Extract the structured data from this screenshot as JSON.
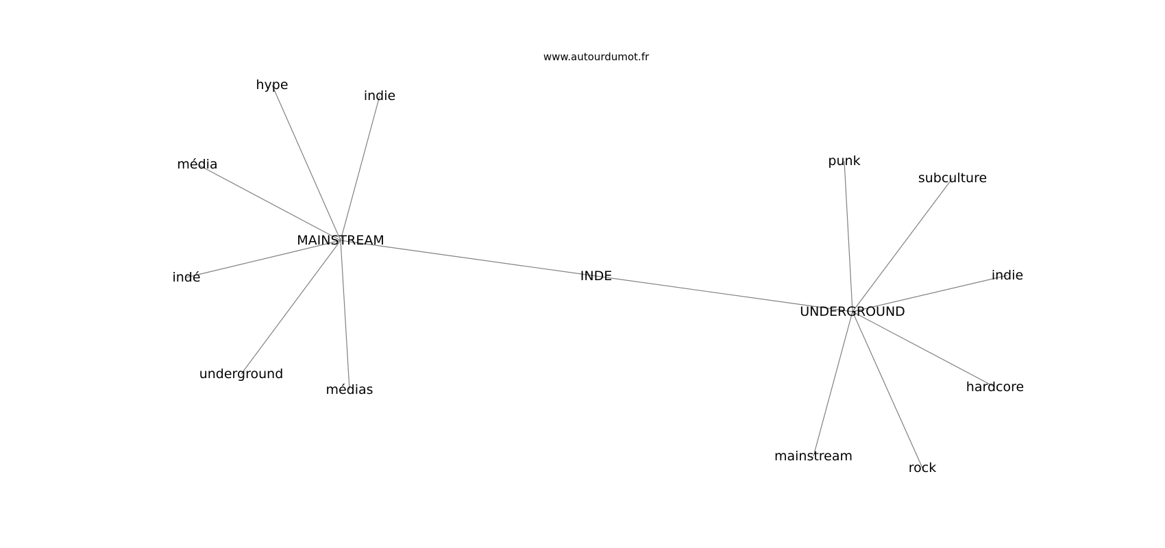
{
  "header": {
    "site": "www.autourdumot.fr"
  },
  "graph": {
    "edge_color": "#808080",
    "text_color": "#000000",
    "nodes": [
      {
        "id": "mainstream_hub",
        "label": "MAINSTREAM"
      },
      {
        "id": "underground_hub",
        "label": "UNDERGROUND"
      },
      {
        "id": "inde_center",
        "label": "INDE"
      },
      {
        "id": "m_hype",
        "label": "hype"
      },
      {
        "id": "m_indie",
        "label": "indie"
      },
      {
        "id": "m_media",
        "label": "média"
      },
      {
        "id": "m_inde",
        "label": "indé"
      },
      {
        "id": "m_underground",
        "label": "underground"
      },
      {
        "id": "m_medias",
        "label": "médias"
      },
      {
        "id": "u_punk",
        "label": "punk"
      },
      {
        "id": "u_subculture",
        "label": "subculture"
      },
      {
        "id": "u_indie",
        "label": "indie"
      },
      {
        "id": "u_hardcore",
        "label": "hardcore"
      },
      {
        "id": "u_mainstream",
        "label": "mainstream"
      },
      {
        "id": "u_rock",
        "label": "rock"
      }
    ],
    "edges": [
      [
        "mainstream_hub",
        "inde_center"
      ],
      [
        "inde_center",
        "underground_hub"
      ],
      [
        "mainstream_hub",
        "m_hype"
      ],
      [
        "mainstream_hub",
        "m_indie"
      ],
      [
        "mainstream_hub",
        "m_media"
      ],
      [
        "mainstream_hub",
        "m_inde"
      ],
      [
        "mainstream_hub",
        "m_underground"
      ],
      [
        "mainstream_hub",
        "m_medias"
      ],
      [
        "underground_hub",
        "u_punk"
      ],
      [
        "underground_hub",
        "u_subculture"
      ],
      [
        "underground_hub",
        "u_indie"
      ],
      [
        "underground_hub",
        "u_hardcore"
      ],
      [
        "underground_hub",
        "u_mainstream"
      ],
      [
        "underground_hub",
        "u_rock"
      ]
    ]
  }
}
